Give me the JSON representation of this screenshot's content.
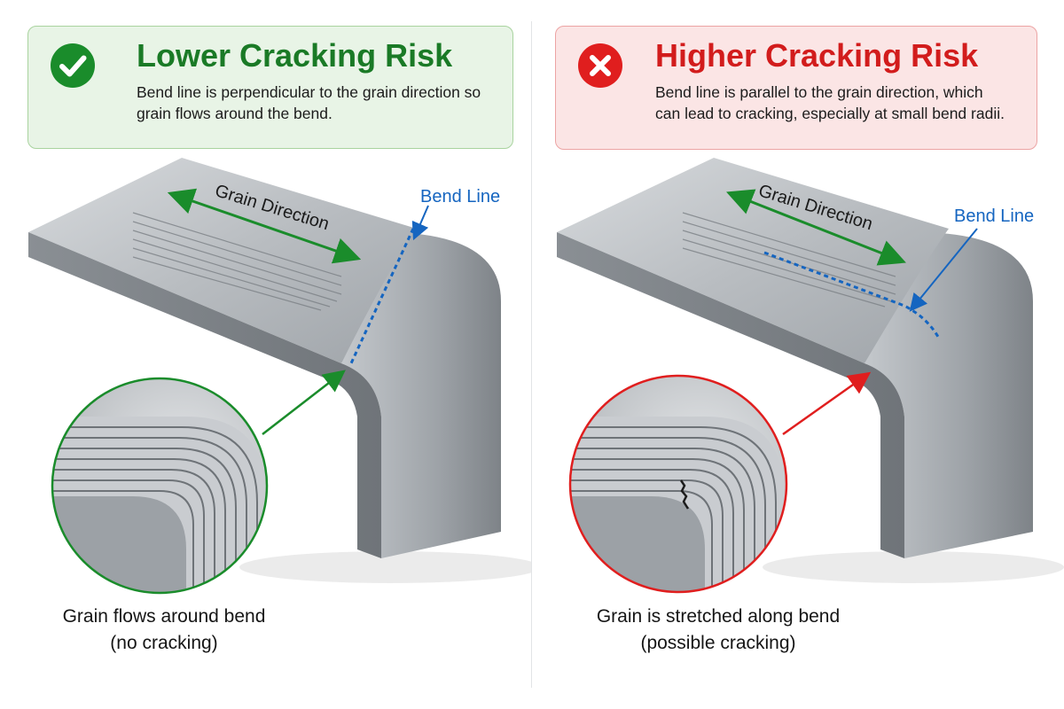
{
  "colors": {
    "good": "#1a8c2b",
    "bad": "#e01e1e",
    "bend_line": "#1565c0"
  },
  "left": {
    "icon": "check-icon",
    "title": "Lower Cracking Risk",
    "description": "Bend line is perpendicular to the grain direction so grain flows around the bend.",
    "grain_label": "Grain Direction",
    "bend_label": "Bend Line",
    "caption_line1": "Grain flows around bend",
    "caption_line2": "(no cracking)"
  },
  "right": {
    "icon": "x-mark-icon",
    "title": "Higher Cracking Risk",
    "description": "Bend line is parallel to the grain direction, which can lead to cracking, especially at small bend radii.",
    "grain_label": "Grain Direction",
    "bend_label": "Bend Line",
    "caption_line1": "Grain is stretched along bend",
    "caption_line2": "(possible cracking)"
  }
}
